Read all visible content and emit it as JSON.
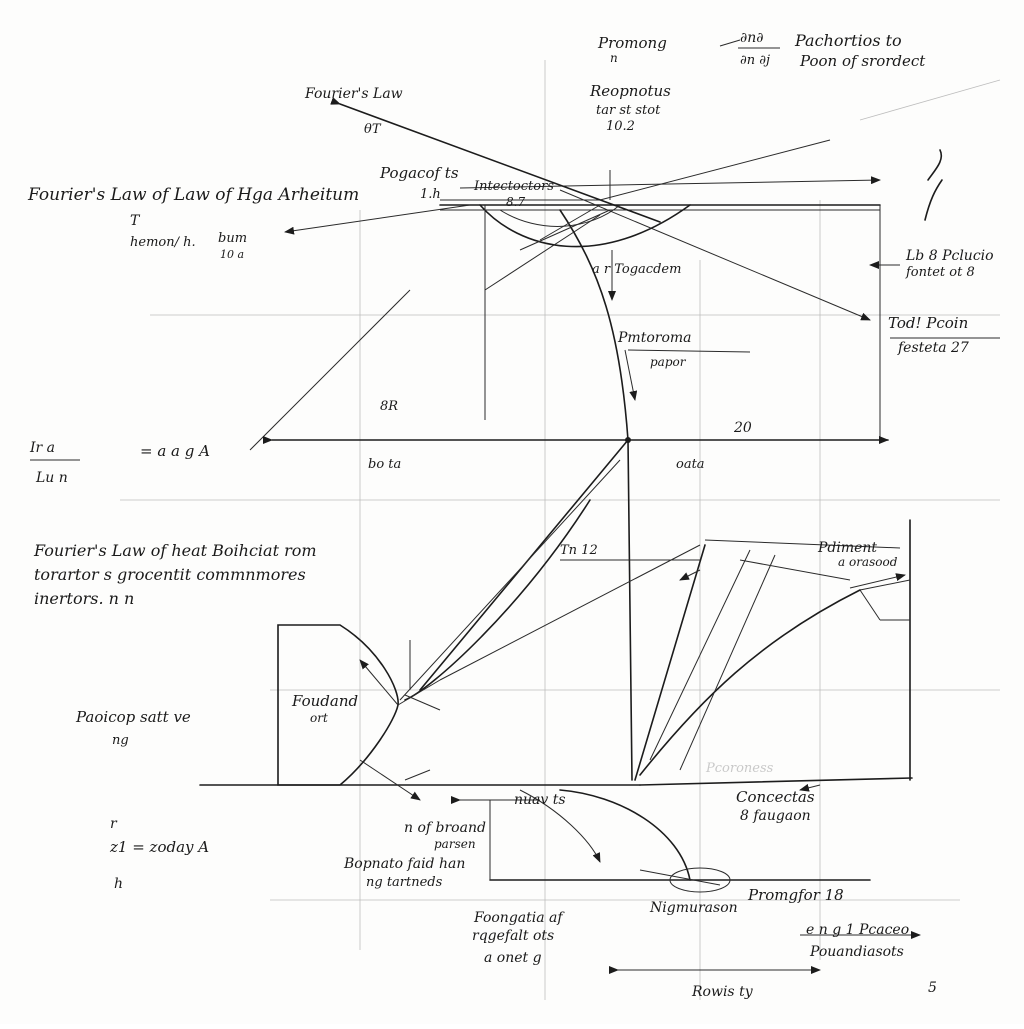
{
  "labels": {
    "top_center": "Promong",
    "top_center_sub": "n",
    "top_right_frac": "∂n∂",
    "top_right_frac_den": "∂n ∂j",
    "top_right_text_1": "Pachortios to",
    "top_right_text_2": "Poon of srordect",
    "fouriers_law": "Fourier's Law",
    "fouriers_law_sub": "θT",
    "reopnotus_1": "Reopnotus",
    "reopnotus_2": "tar st stot",
    "reopnotus_3": "10.2",
    "left_title": "Fourier's Law of Law of Hga Arheitum",
    "left_sub_1": "T",
    "left_sub_2": "hemon/ h.",
    "left_sub_3": "bum",
    "left_sub_4": "10 a",
    "pogacof": "Pogacof ts",
    "pogacof_sub": "1.h",
    "intectoctors": "Intectoctors",
    "intectoctors_sub": "8.7",
    "togacdem": "a r Togacdem",
    "right_1": "Lb 8 Pclucio",
    "right_2": "fontet ot 8",
    "right_3": "Tod! Pcoin",
    "right_4": "festeta 27",
    "pmtoroma": "Pmtoroma",
    "pmtoroma_sub": "papor",
    "num_20": "20",
    "num_8R": "8R",
    "num_ar": "a r",
    "eq_left_top": "Ir a",
    "eq_left_bottom": "Lu n",
    "eq_mid": "= a a g A",
    "bo_ta": "bo ta",
    "oata": "oata",
    "lower_title_1": "Fourier's Law of heat Boihciat rom",
    "lower_title_2": "torartor s grocentit commnmores",
    "lower_title_3": "inertors. n n",
    "fourdand": "Foudand",
    "fourdand_sub": "ort",
    "left_mid_1": "Paoicop satt ve",
    "left_mid_2": "ng",
    "tmid": "Tn 12",
    "pdiment_1": "Pdiment",
    "pdiment_2": "a orasood",
    "pcoroness": "Pcoroness",
    "contectas_1": "Concectas",
    "contectas_2": "8 faugaon",
    "eq_bottom_left": "z1 = zoday A",
    "eq_bottom_left_top": "r",
    "eq_bottom_left_bottom": "h",
    "nvar": "nuav ts",
    "of_broand": "n of broand",
    "fashin": "parsen",
    "bopnato_1": "Bopnato faid han",
    "bopnato_2": "ng tartneds",
    "nigmurason": "Nigmurason",
    "promgfor": "Promgfor 18",
    "focqusta_1": "Foongatia af",
    "focqusta_2": "rqgefalt ots",
    "focqusta_3": "a onet g",
    "packet_1": "e n g 1 Pcaceo",
    "packet_2": "Pouandiasots",
    "rowtis": "Rowis ty",
    "bot_right": "5"
  }
}
